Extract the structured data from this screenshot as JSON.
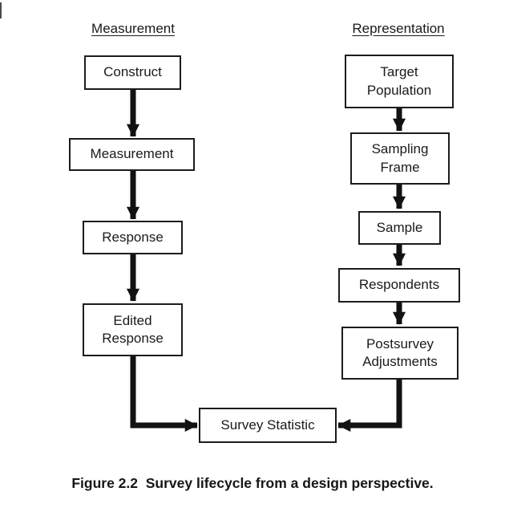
{
  "diagram": {
    "measurement_column": {
      "header": "Measurement",
      "boxes": [
        {
          "label": "Construct"
        },
        {
          "label": "Measurement"
        },
        {
          "label": "Response"
        },
        {
          "label": "Edited Response"
        }
      ]
    },
    "representation_column": {
      "header": "Representation",
      "boxes": [
        {
          "label": "Target Population"
        },
        {
          "label": "Sampling Frame"
        },
        {
          "label": "Sample"
        },
        {
          "label": "Respondents"
        },
        {
          "label": "Postsurvey Adjustments"
        }
      ]
    },
    "merge_box": {
      "label": "Survey Statistic"
    },
    "caption": "Figure 2.2  Survey lifecycle from a design perspective.",
    "colors": {
      "background": "#ffffff",
      "ink": "#1a1a1a",
      "arrow": "#121212"
    }
  }
}
